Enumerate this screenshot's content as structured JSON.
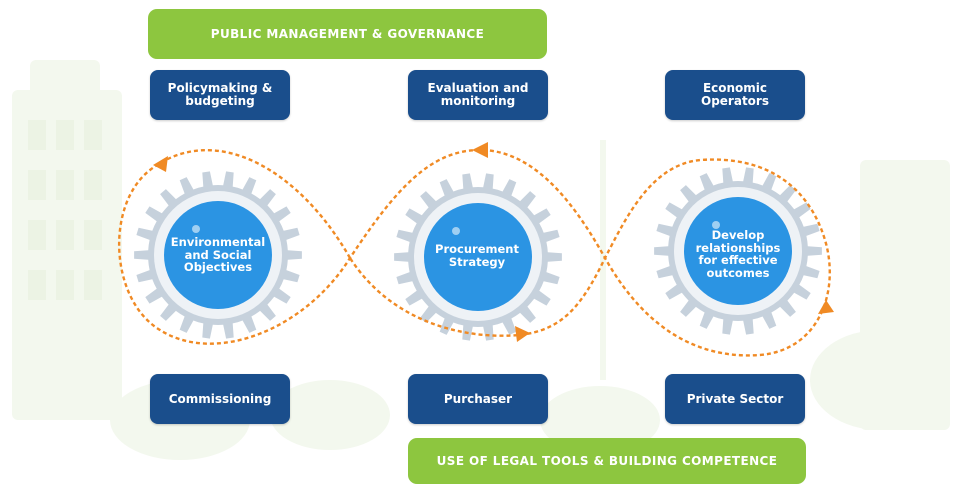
{
  "banners": {
    "top": "PUBLIC MANAGEMENT & GOVERNANCE",
    "bottom": "USE OF LEGAL TOOLS & BUILDING COMPETENCE"
  },
  "boxes": {
    "top": [
      "Policymaking &\nbudgeting",
      "Evaluation and\nmonitoring",
      "Economic\nOperators"
    ],
    "bottom": [
      "Commissioning",
      "Purchaser",
      "Private Sector"
    ]
  },
  "gears": [
    "Environmental\nand Social\nObjectives",
    "Procurement\nStrategy",
    "Develop\nrelationships\nfor effective\noutcomes"
  ],
  "colors": {
    "green": "#8dc63f",
    "navy": "#1a4e8c",
    "loop": "#f08a24",
    "gear": "#c6d1dc",
    "core": "#2b94e3"
  }
}
